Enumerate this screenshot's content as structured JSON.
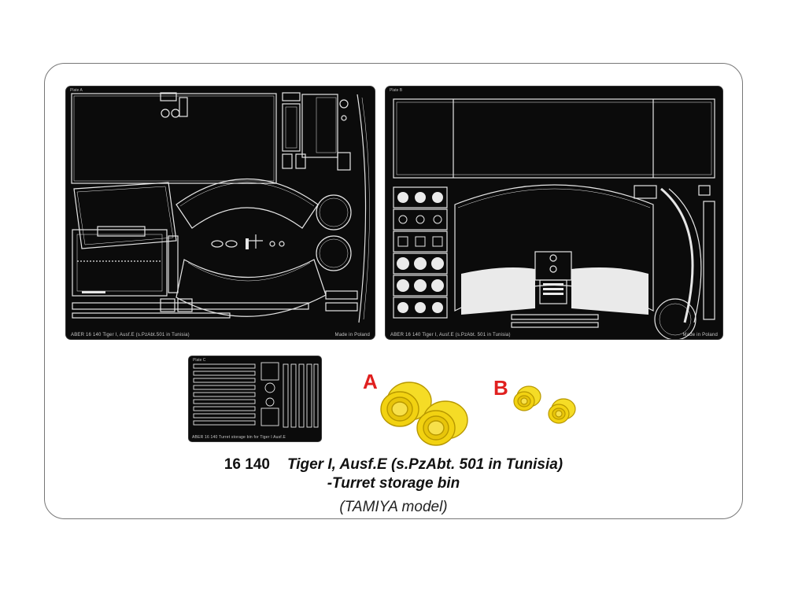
{
  "product": {
    "number": "16 140",
    "title": "Tiger I, Ausf.E (s.PzAbt. 501 in Tunisia)",
    "subtitle": "-Turret storage bin",
    "model_note": "(TAMIYA model)"
  },
  "frets": {
    "fret1": {
      "plate": "Plate A",
      "label": "ABER 16 140    Tiger I, Ausf.E  (s.PzAbt.501 in Tunisia)",
      "right_label": "Made in Poland"
    },
    "fret2": {
      "plate": "Plate B",
      "label": "ABER 16 140    Tiger I, Ausf.E  (s.PzAbt. 501 in Tunisia)",
      "right_label": "Made in Poland"
    },
    "fret3": {
      "plate": "Plate C",
      "label": "ABER 16 140    Turret storage bin for Tiger I Ausf.E"
    }
  },
  "resin_parts": {
    "a": {
      "letter": "A",
      "color": "#f2d211"
    },
    "b": {
      "letter": "B",
      "color": "#f2d211"
    }
  },
  "colors": {
    "letter": "#e0201f",
    "fret": "#0b0b0b",
    "etch": "#e9e9e9"
  }
}
